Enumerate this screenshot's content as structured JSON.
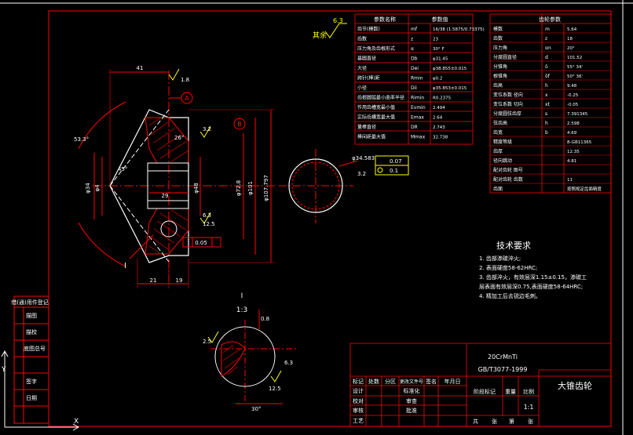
{
  "colors": {
    "background": "#000000",
    "frame": "#ff0000",
    "text": "#ffffff",
    "dim_text": "#ffffff",
    "centerline": "#ff0000",
    "hatch": "#ff0000",
    "dimension": "#ff0000",
    "part_outline": "#ffffff",
    "accent_yellow": "#ffff00",
    "cyan": "#00ffff"
  },
  "drawing": {
    "surface_roughness_top": "6.3",
    "remaining_label": "其余",
    "title": "大锥齿轮",
    "standard_line1": "20CrMnTi",
    "standard_line2": "GB/T3077-1999",
    "scale": "1:1",
    "section_label": "I",
    "section_scale": "1:3",
    "datum_a": "A",
    "datum_b": "B",
    "datum_label_i": "I"
  },
  "dimensions": {
    "d_41": "41",
    "d_18": "1.8",
    "d_63": "6.3",
    "d_53": "53.3°",
    "d_29": "29",
    "d_21": "21",
    "d_19": "19",
    "d_phi107": "φ107.797",
    "d_phi101": "φ101",
    "d_phi48": "φ48",
    "d_phi72": "φ72.8",
    "d_phi34": "φ34",
    "d_phi4": "φ4",
    "d_32": "3.2",
    "d_25": "2.5",
    "d_05": "0.05",
    "d_45": "45°",
    "d_phi34_2": "φ34.583",
    "d_07": "0.07",
    "d_01": "0.1",
    "d_08": "0.8",
    "d_30": "30°",
    "d_12": "12.5",
    "d_26": "26°"
  },
  "param_table_left": {
    "header_label": "参数名称",
    "header_value": "参数值",
    "rows": [
      {
        "name": "齿节(模数)",
        "sym": "mf",
        "val": "16/38 (1.5875/0.73375)"
      },
      {
        "name": "齿数",
        "sym": "z",
        "val": "23"
      },
      {
        "name": "压力角及齿根形式",
        "sym": "α",
        "val": "30° F"
      },
      {
        "name": "基圆直径",
        "sym": "Db",
        "val": "φ31.45"
      },
      {
        "name": "大径",
        "sym": "Dei",
        "val": "φ38.855±0.015"
      },
      {
        "name": "跨针(棒)距",
        "sym": "Rmin",
        "val": "φ0.2"
      },
      {
        "name": "小径",
        "sym": "Dii",
        "val": "φ35.853±0.015"
      },
      {
        "name": "齿根圆弧最小曲率半径",
        "sym": "Rimin",
        "val": "R0.2375"
      },
      {
        "name": "作用齿槽宽最小值",
        "sym": "Evmin",
        "val": "2.494"
      },
      {
        "name": "实际齿槽宽最大值",
        "sym": "Emax",
        "val": "2.64"
      },
      {
        "name": "量棒直径",
        "sym": "DR",
        "val": "2.743"
      },
      {
        "name": "棒间距最大值",
        "sym": "Mmax",
        "val": "32.738"
      }
    ]
  },
  "param_table_right": {
    "header_label": "齿轮参数",
    "rows": [
      {
        "name": "模数",
        "sym": "m",
        "val": "5.64"
      },
      {
        "name": "齿数",
        "sym": "z",
        "val": "18"
      },
      {
        "name": "压力角",
        "sym": "αn",
        "val": "20°"
      },
      {
        "name": "分度圆直径",
        "sym": "d",
        "val": "101.52"
      },
      {
        "name": "分锥角",
        "sym": "δ",
        "val": "55° 34'"
      },
      {
        "name": "根锥角",
        "sym": "δf",
        "val": "50° 36'"
      },
      {
        "name": "齿高",
        "sym": "h",
        "val": "9.48"
      },
      {
        "name": "变位系数 径向",
        "sym": "x",
        "val": "-0.25"
      },
      {
        "name": "变位系数 切向",
        "sym": "xt",
        "val": "-0.05"
      },
      {
        "name": "分度圆弦齿厚",
        "sym": "s",
        "val": "7.391345"
      },
      {
        "name": "弦齿高",
        "sym": "h",
        "val": "2.598"
      },
      {
        "name": "齿宽",
        "sym": "b",
        "val": "4.69"
      },
      {
        "name": "精度等级",
        "sym": "",
        "val": "8-GB11365"
      },
      {
        "name": "齿厚",
        "sym": "",
        "val": "12.35"
      },
      {
        "name": "径向跳动",
        "sym": "",
        "val": "4.81"
      },
      {
        "name": "配对齿轮 图号",
        "sym": "",
        "val": ""
      },
      {
        "name": "配对齿轮 齿数",
        "sym": "",
        "val": "11"
      },
      {
        "name": "齿面",
        "sym": "",
        "val": "按照规定齿面精度"
      }
    ]
  },
  "tech_requirements": {
    "title": "技术要求",
    "items": [
      "1. 齿部渗碳淬火;",
      "2. 表面硬度58-62HRC;",
      "3. 齿部淬火，有效层深1.15±0.15，渗碳工",
      "   层表面有效层深0.75,表面硬度58-64HRC;",
      "4. 精加工后去锐边毛刺。"
    ]
  },
  "left_sidebar": {
    "labels": [
      "借(通)用件登记",
      "描图",
      "描校",
      "底图总号",
      "签字",
      "日期"
    ]
  },
  "title_block": {
    "row_labels": [
      "标记",
      "处数",
      "分区",
      "更改文件号",
      "签名",
      "年月日"
    ],
    "roles": [
      "设计",
      "校对",
      "审核",
      "工艺"
    ],
    "mid_labels": [
      "标准化",
      "审查",
      "批准"
    ],
    "stage_labels": [
      "阶段标记",
      "重量",
      "比例"
    ],
    "footer": [
      "共",
      "张",
      "第",
      "张"
    ]
  }
}
